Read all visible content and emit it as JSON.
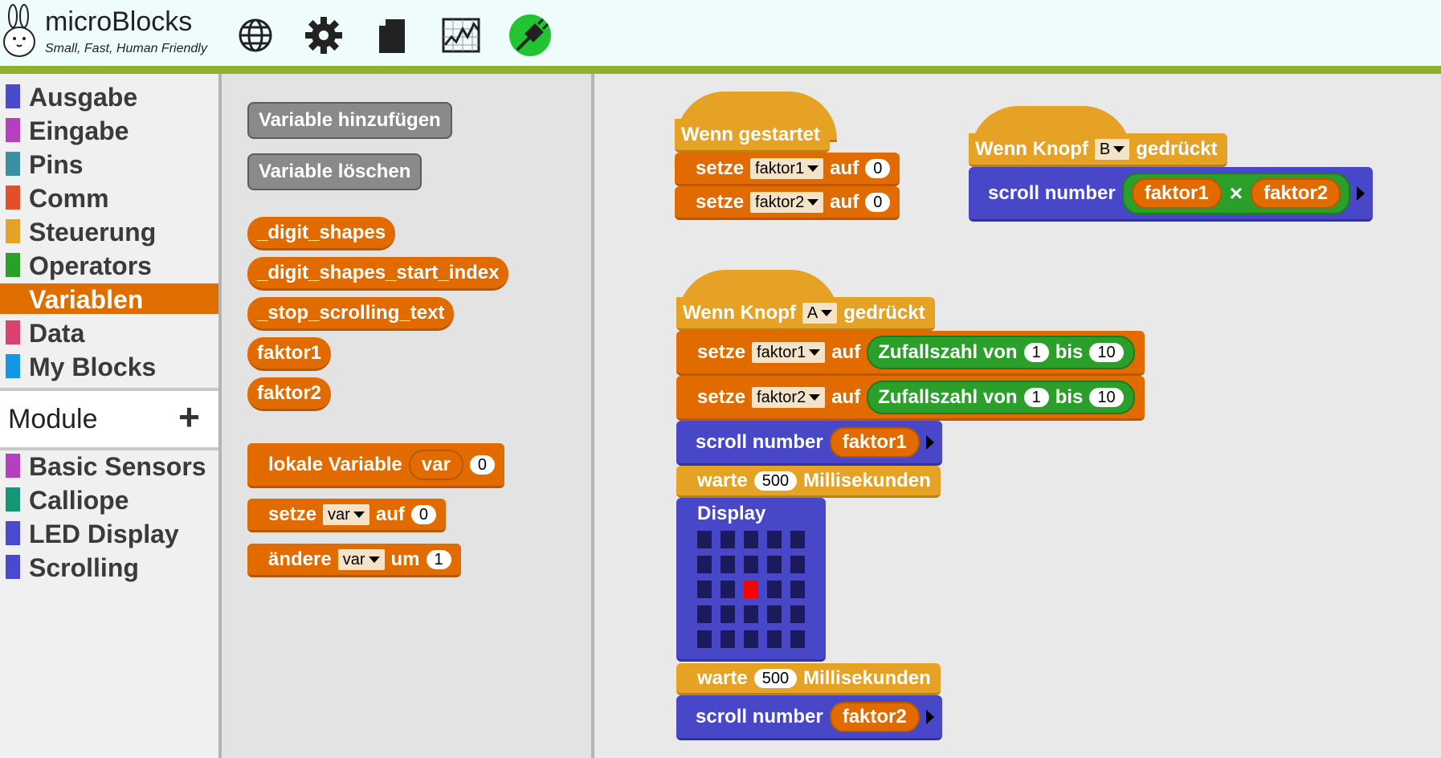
{
  "header": {
    "app_name": "microBlocks",
    "tagline": "Small, Fast, Human Friendly",
    "icons": [
      "globe-icon",
      "gear-icon",
      "file-icon",
      "graph-icon",
      "usb-connected-icon"
    ],
    "connection_color": "#22c432"
  },
  "sidebar": {
    "categories": [
      {
        "label": "Ausgabe",
        "color": "#4a4ad0"
      },
      {
        "label": "Eingabe",
        "color": "#b43fbf"
      },
      {
        "label": "Pins",
        "color": "#3a8fa0"
      },
      {
        "label": "Comm",
        "color": "#e2502a"
      },
      {
        "label": "Steuerung",
        "color": "#e6a224"
      },
      {
        "label": "Operators",
        "color": "#2aa02a"
      },
      {
        "label": "Variablen",
        "color": "#e26b00",
        "selected": true
      },
      {
        "label": "Data",
        "color": "#d9436e"
      },
      {
        "label": "My Blocks",
        "color": "#1596e6"
      }
    ],
    "module_label": "Module",
    "module_plus": "+",
    "libraries": [
      {
        "label": "Basic Sensors",
        "color": "#b43fbf"
      },
      {
        "label": "Calliope",
        "color": "#149677"
      },
      {
        "label": "LED Display",
        "color": "#4a4ad0"
      },
      {
        "label": "Scrolling",
        "color": "#4a4ad0"
      }
    ]
  },
  "palette": {
    "add_variable": "Variable hinzufügen",
    "delete_variable": "Variable löschen",
    "variables": [
      "_digit_shapes",
      "_digit_shapes_start_index",
      "_stop_scrolling_text",
      "faktor1",
      "faktor2"
    ],
    "local_var": {
      "label": "lokale Variable",
      "var": "var",
      "value": "0"
    },
    "set_block": {
      "label": "setze",
      "var": "var",
      "to": "auf",
      "value": "0"
    },
    "change_block": {
      "label": "ändere",
      "var": "var",
      "by": "um",
      "value": "1"
    }
  },
  "scripts": {
    "start": {
      "hat": "Wenn gestartet",
      "set1": {
        "label": "setze",
        "var": "faktor1",
        "to": "auf",
        "value": "0"
      },
      "set2": {
        "label": "setze",
        "var": "faktor2",
        "to": "auf",
        "value": "0"
      }
    },
    "button_b": {
      "hat_prefix": "Wenn Knopf",
      "button": "B",
      "hat_suffix": "gedrückt",
      "scroll": "scroll number",
      "left": "faktor1",
      "op": "×",
      "right": "faktor2"
    },
    "button_a": {
      "hat_prefix": "Wenn Knopf",
      "button": "A",
      "hat_suffix": "gedrückt",
      "set1": {
        "label": "setze",
        "var": "faktor1",
        "to": "auf",
        "random": "Zufallszahl von",
        "from": "1",
        "upto": "bis",
        "max": "10"
      },
      "set2": {
        "label": "setze",
        "var": "faktor2",
        "to": "auf",
        "random": "Zufallszahl von",
        "from": "1",
        "upto": "bis",
        "max": "10"
      },
      "scroll1": {
        "label": "scroll number",
        "var": "faktor1"
      },
      "wait1": {
        "label": "warte",
        "value": "500",
        "unit": "Millisekunden"
      },
      "display": {
        "label": "Display",
        "lit_led": [
          3,
          3
        ]
      },
      "wait2": {
        "label": "warte",
        "value": "500",
        "unit": "Millisekunden"
      },
      "scroll2": {
        "label": "scroll number",
        "var": "faktor2"
      }
    }
  }
}
